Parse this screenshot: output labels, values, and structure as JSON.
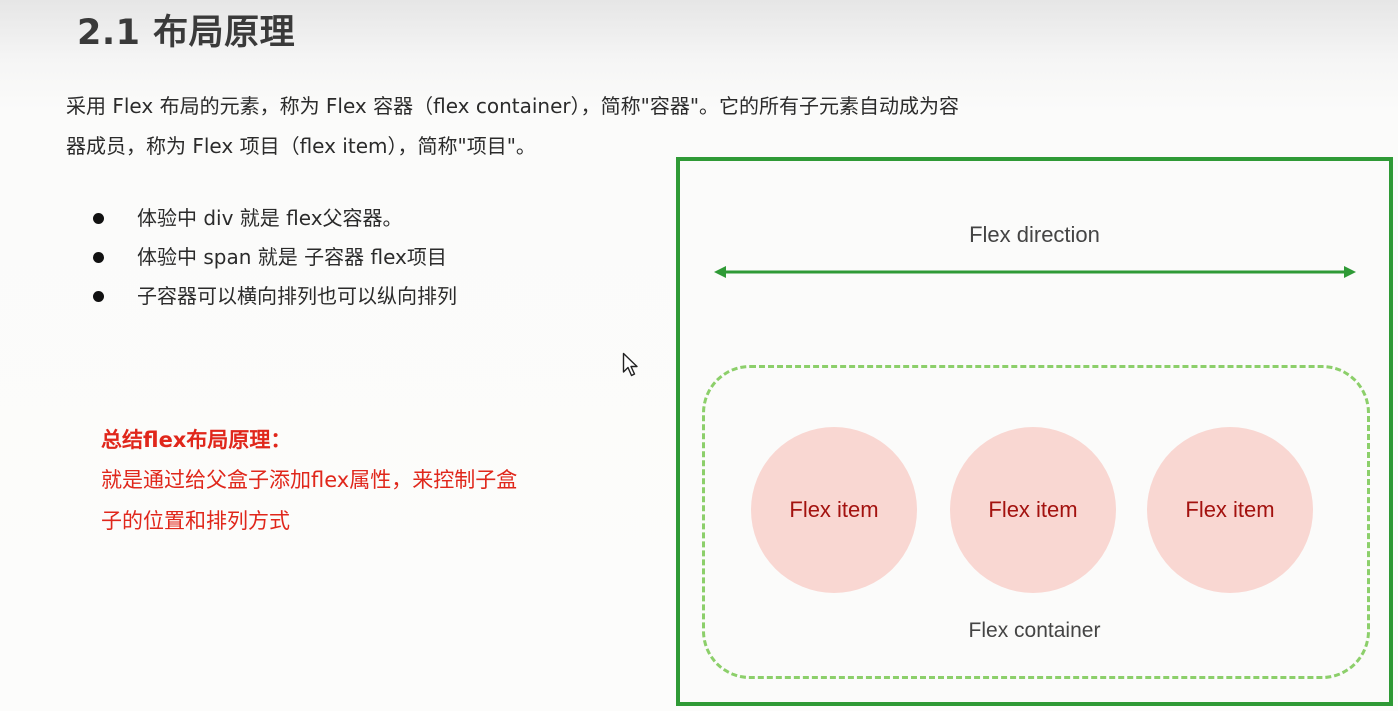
{
  "slide": {
    "title": "2.1 布局原理",
    "intro": {
      "line1": "采用 Flex 布局的元素，称为 Flex 容器（flex container），简称\"容器\"。它的所有子元素自动成为容",
      "line2": "器成员，称为 Flex 项目（flex item），简称\"项目\"。"
    },
    "bullets": [
      "体验中 div 就是 flex父容器。",
      "体验中 span 就是 子容器 flex项目",
      "子容器可以横向排列也可以纵向排列"
    ],
    "summary": {
      "heading": "总结flex布局原理：",
      "line1": "就是通过给父盒子添加flex属性，来控制子盒",
      "line2": "子的位置和排列方式"
    }
  },
  "diagram": {
    "direction_label": "Flex direction",
    "container_label": "Flex container",
    "items": [
      "Flex item",
      "Flex item",
      "Flex item"
    ]
  },
  "colors": {
    "frame": "#2f9a36",
    "dashed_container": "#8ccf6a",
    "item_fill": "#f9d7d2",
    "item_text": "#a3120f",
    "summary_text": "#e0271b"
  }
}
